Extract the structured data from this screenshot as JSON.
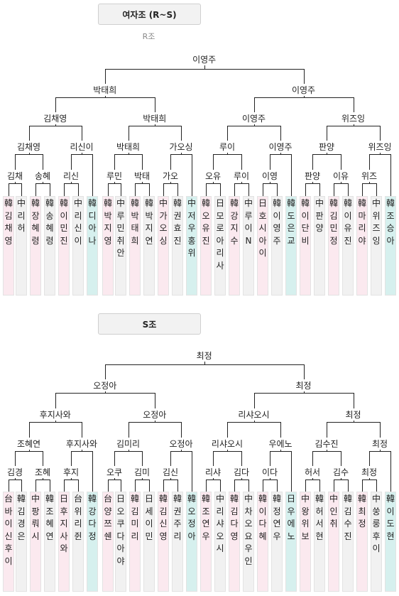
{
  "sections": [
    {
      "header": "여자조 (R~S)",
      "sub": "R조",
      "winner": "이영주",
      "r1": [
        "박태희",
        "이영주"
      ],
      "r2": [
        "김채영",
        "박태희",
        "이영주",
        "위즈잉"
      ],
      "r3": [
        "김채영",
        "리신이",
        "박태희",
        "가오싱",
        "루이",
        "이영주",
        "판양",
        "위즈잉"
      ],
      "r4": [
        "김채",
        "송혜",
        "리신",
        "루민",
        "박태",
        "가오",
        "오유",
        "루이",
        "이영",
        "판양",
        "이유",
        "위즈"
      ],
      "players": [
        {
          "text": "韓김채영",
          "tone": "pink"
        },
        {
          "text": "中리허",
          "tone": "gray"
        },
        {
          "text": "韓장혜령",
          "tone": "pink"
        },
        {
          "text": "韓송혜령",
          "tone": "gray"
        },
        {
          "text": "韓이민진",
          "tone": "pink"
        },
        {
          "text": "中리신이",
          "tone": "gray"
        },
        {
          "text": "韓디아나",
          "tone": "teal"
        },
        {
          "text": "韓박지영",
          "tone": "pink"
        },
        {
          "text": "中루민취안",
          "tone": "gray"
        },
        {
          "text": "韓박태희",
          "tone": "pink"
        },
        {
          "text": "韓박지연",
          "tone": "gray"
        },
        {
          "text": "中가오싱",
          "tone": "pink"
        },
        {
          "text": "韓권효진",
          "tone": "gray"
        },
        {
          "text": "中저우홍위",
          "tone": "teal"
        },
        {
          "text": "韓오유진",
          "tone": "pink"
        },
        {
          "text": "日모로아리사",
          "tone": "gray"
        },
        {
          "text": "韓강지수",
          "tone": "pink"
        },
        {
          "text": "中루이N",
          "tone": "gray"
        },
        {
          "text": "日호시아이",
          "tone": "pink"
        },
        {
          "text": "韓이영주",
          "tone": "gray"
        },
        {
          "text": "韓도은교",
          "tone": "teal"
        },
        {
          "text": "韓이단비",
          "tone": "pink"
        },
        {
          "text": "中판양",
          "tone": "gray"
        },
        {
          "text": "韓김민정",
          "tone": "pink"
        },
        {
          "text": "韓이유진",
          "tone": "gray"
        },
        {
          "text": "韓마리야",
          "tone": "pink"
        },
        {
          "text": "中위즈잉",
          "tone": "gray"
        },
        {
          "text": "韓조승아",
          "tone": "teal"
        }
      ]
    },
    {
      "header": "S조",
      "sub": "",
      "winner": "최정",
      "r1": [
        "오정아",
        "최정"
      ],
      "r2": [
        "후지사와",
        "오정아",
        "리샤오시",
        "최정"
      ],
      "r3": [
        "조혜연",
        "후지사와",
        "김미리",
        "오정아",
        "리샤오시",
        "우에노",
        "김수진",
        "최정"
      ],
      "r4": [
        "김경",
        "조혜",
        "후지",
        "오쿠",
        "김미",
        "김신",
        "리샤",
        "김다",
        "이다",
        "허서",
        "김수",
        "최정"
      ],
      "players": [
        {
          "text": "台바이신후이",
          "tone": "pink"
        },
        {
          "text": "韓김경은",
          "tone": "gray"
        },
        {
          "text": "中팡뤄시",
          "tone": "pink"
        },
        {
          "text": "韓조혜연",
          "tone": "gray"
        },
        {
          "text": "日후지사와",
          "tone": "pink"
        },
        {
          "text": "台위리쥔",
          "tone": "gray"
        },
        {
          "text": "韓강다정",
          "tone": "teal"
        },
        {
          "text": "台양쯔쉔",
          "tone": "pink"
        },
        {
          "text": "日오쿠다아야",
          "tone": "gray"
        },
        {
          "text": "韓김미리",
          "tone": "pink"
        },
        {
          "text": "日세이민",
          "tone": "gray"
        },
        {
          "text": "韓김신영",
          "tone": "pink"
        },
        {
          "text": "韓권주리",
          "tone": "gray"
        },
        {
          "text": "韓오정아",
          "tone": "teal"
        },
        {
          "text": "韓조연우",
          "tone": "pink"
        },
        {
          "text": "中리샤오시",
          "tone": "gray"
        },
        {
          "text": "韓김다영",
          "tone": "pink"
        },
        {
          "text": "中차오요우인",
          "tone": "gray"
        },
        {
          "text": "韓이다혜",
          "tone": "pink"
        },
        {
          "text": "韓정연우",
          "tone": "gray"
        },
        {
          "text": "日우에노",
          "tone": "teal"
        },
        {
          "text": "中왕위보",
          "tone": "pink"
        },
        {
          "text": "韓허서현",
          "tone": "gray"
        },
        {
          "text": "中인취",
          "tone": "pink"
        },
        {
          "text": "韓김수진",
          "tone": "gray"
        },
        {
          "text": "韓최정",
          "tone": "pink"
        },
        {
          "text": "中쑹룽후이",
          "tone": "gray"
        },
        {
          "text": "韓이도현",
          "tone": "teal"
        }
      ]
    }
  ],
  "colors": {
    "pink": "#fbe9ef",
    "gray": "#f1f1f1",
    "teal": "#d6f0ee",
    "line": "#222222"
  }
}
